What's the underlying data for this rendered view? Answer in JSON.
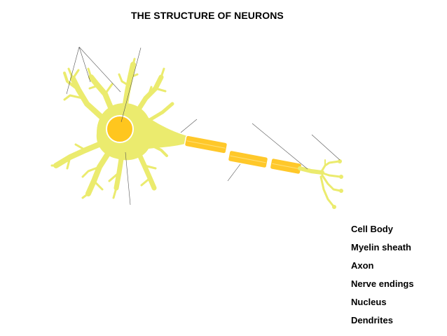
{
  "title": "THE STRUCTURE OF NEURONS",
  "labels": [
    "Cell Body",
    "Myelin sheath",
    "Axon",
    "Nerve endings",
    "Nucleus",
    "Dendrites"
  ],
  "colors": {
    "cell": "#ebeb6e",
    "nucleus": "#ffc61e",
    "myelin": "#ffc82a",
    "pointer": "#555555"
  }
}
